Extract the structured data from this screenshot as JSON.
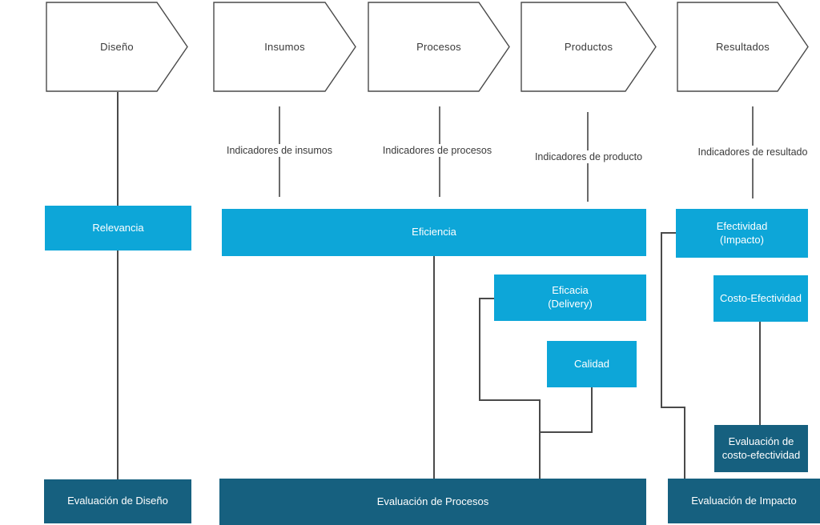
{
  "palette": {
    "box_light": "#0da6d8",
    "box_dark": "#16607f",
    "connector": "#4a4a4a",
    "connector_soft": "#6b6b6b",
    "text_dark": "#3a3a3a",
    "text_light": "#ffffff"
  },
  "stages": [
    {
      "label": "Diseño"
    },
    {
      "label": "Insumos"
    },
    {
      "label": "Procesos"
    },
    {
      "label": "Productos"
    },
    {
      "label": "Resultados"
    }
  ],
  "indicators": [
    {
      "label": "Indicadores de insumos"
    },
    {
      "label": "Indicadores de procesos"
    },
    {
      "label": "Indicadores de producto"
    },
    {
      "label": "Indicadores de resultado"
    }
  ],
  "criteria": {
    "relevancia": {
      "label": "Relevancia"
    },
    "eficiencia": {
      "label": "Eficiencia"
    },
    "efectividad": {
      "line1": "Efectividad",
      "line2": "(Impacto)"
    },
    "eficacia": {
      "line1": "Eficacia",
      "line2": "(Delivery)"
    },
    "calidad": {
      "label": "Calidad"
    },
    "costo_efectividad": {
      "label": "Costo-Efectividad"
    }
  },
  "evaluations": {
    "diseno": {
      "label": "Evaluación de Diseño"
    },
    "procesos": {
      "label": "Evaluación de Procesos"
    },
    "impacto": {
      "label": "Evaluación de Impacto"
    },
    "costo_efectividad": {
      "line1": "Evaluación de",
      "line2": "costo-efectividad"
    }
  }
}
